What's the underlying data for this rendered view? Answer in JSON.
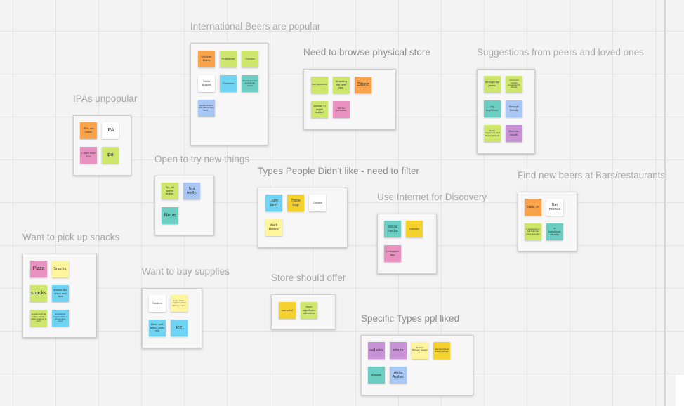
{
  "board": {
    "groups": [
      {
        "title": "International Beers are popular",
        "notes": [
          {
            "text": "Mexican Beers"
          },
          {
            "text": "Presidente"
          },
          {
            "text": "Corona"
          },
          {
            "text": "Stella Artuois"
          },
          {
            "text": "Guinness"
          },
          {
            "text": "Most beers from around the world"
          },
          {
            "text": "people come in and ask for beer from..."
          }
        ]
      },
      {
        "title": "Need to browse physical store",
        "notes": [
          {
            "text": "beer experience"
          },
          {
            "text": "browsing the beer isle."
          },
          {
            "text": "Store"
          },
          {
            "text": "browse in super market"
          },
          {
            "text": "with few distractions"
          }
        ]
      },
      {
        "title": "Suggestions from peers and loved ones",
        "notes": [
          {
            "text": "through my peers."
          },
          {
            "text": "trying new brands suggested by friends"
          },
          {
            "text": "my boyfriend."
          },
          {
            "text": "through friends"
          },
          {
            "text": "family, neighbours, and their boyfriends"
          },
          {
            "text": "Word-to-mouth."
          }
        ]
      },
      {
        "title": "IPAs unpopular",
        "notes": [
          {
            "text": "IPAs are nasty"
          },
          {
            "text": "IPA"
          },
          {
            "text": "I don't love IPAs"
          },
          {
            "text": "ipa"
          }
        ]
      },
      {
        "title": "Open to try new things",
        "notes": [
          {
            "text": "No, all beers matter."
          },
          {
            "text": "Not really."
          },
          {
            "text": "Nope"
          }
        ]
      },
      {
        "title": "Types People Didn't like - need to filter",
        "notes": [
          {
            "text": "Light beer"
          },
          {
            "text": "Triple hop"
          },
          {
            "text": "Corona"
          },
          {
            "text": "dark beers"
          }
        ]
      },
      {
        "title": "Use Internet for Discovery",
        "notes": [
          {
            "text": "social media"
          },
          {
            "text": "Internet"
          },
          {
            "text": "Untapped App"
          }
        ]
      },
      {
        "title": "Find new beers at Bars/restaurants",
        "notes": [
          {
            "text": "bars, or"
          },
          {
            "text": "Bar menus"
          },
          {
            "text": "a restaurant or bar that has good selection"
          },
          {
            "text": "at bars/food, usually."
          }
        ]
      },
      {
        "title": "Want to pick up snacks",
        "notes": [
          {
            "text": "Pizza"
          },
          {
            "text": "Snacks,"
          },
          {
            "text": "snacks"
          },
          {
            "text": "snacks like chips and dips"
          },
          {
            "text": "snacks such as chips, candy, when going to a party"
          },
          {
            "text": "sometimes snacks when at the grocery store"
          }
        ]
      },
      {
        "title": "Want to buy supplies",
        "notes": [
          {
            "text": "Coolers"
          },
          {
            "text": "cups, plates, napkins, when having a party"
          },
          {
            "text": "Beer, salt, limes, party mix"
          },
          {
            "text": "ice"
          }
        ]
      },
      {
        "title": "Store should offer",
        "notes": [
          {
            "text": "samples!"
          },
          {
            "text": "More significant selection"
          }
        ]
      },
      {
        "title": "Specific Types ppl liked",
        "notes": [
          {
            "text": "red ales"
          },
          {
            "text": "stouts"
          },
          {
            "text": "Brooklyn Brewery Sorachi Ace"
          },
          {
            "text": "Samuel Adams Cherry Wheat"
          },
          {
            "text": "Alagash"
          },
          {
            "text": "Abita Amber"
          }
        ]
      }
    ]
  }
}
